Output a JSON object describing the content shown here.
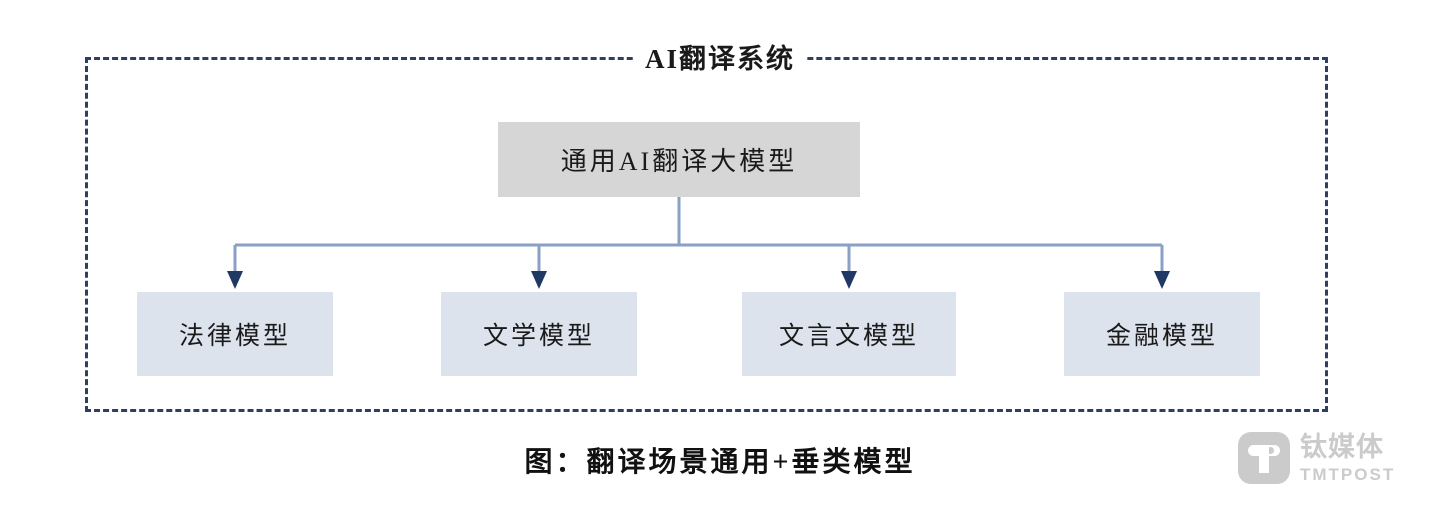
{
  "figure": {
    "frame_title": "AI翻译系统",
    "caption": "图：翻译场景通用+垂类模型",
    "colors": {
      "frame_border": "#2f3f61",
      "root_fill": "#d6d6d6",
      "leaf_fill": "#dce3ed",
      "connector": "#1f3864",
      "connector_light": "#8aa0c4",
      "text": "#1a1a1a",
      "watermark": "#c9c9c9",
      "background": "#ffffff"
    }
  },
  "diagram": {
    "type": "tree",
    "root": {
      "label": "通用AI翻译大模型"
    },
    "leaves": [
      {
        "label": "法律模型"
      },
      {
        "label": "文学模型"
      },
      {
        "label": "文言文模型"
      },
      {
        "label": "金融模型"
      }
    ]
  },
  "watermark": {
    "logo_letter": "T",
    "name_cn": "钛媒体",
    "name_en": "TMTPOST"
  }
}
